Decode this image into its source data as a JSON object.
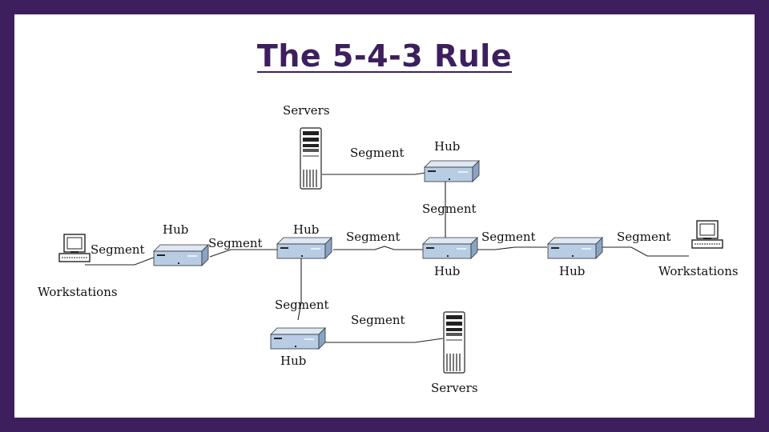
{
  "title": "The 5-4-3 Rule",
  "labels": {
    "servers_top": "Servers",
    "servers_bottom": "Servers",
    "workstations_left": "Workstations",
    "workstations_right": "Workstations",
    "hub": "Hub",
    "segment": "Segment"
  },
  "colors": {
    "border": "#3d1f5e",
    "hub_face": "#b8cce4",
    "hub_top": "#dde8f3",
    "hub_side": "#8aa3c2"
  }
}
